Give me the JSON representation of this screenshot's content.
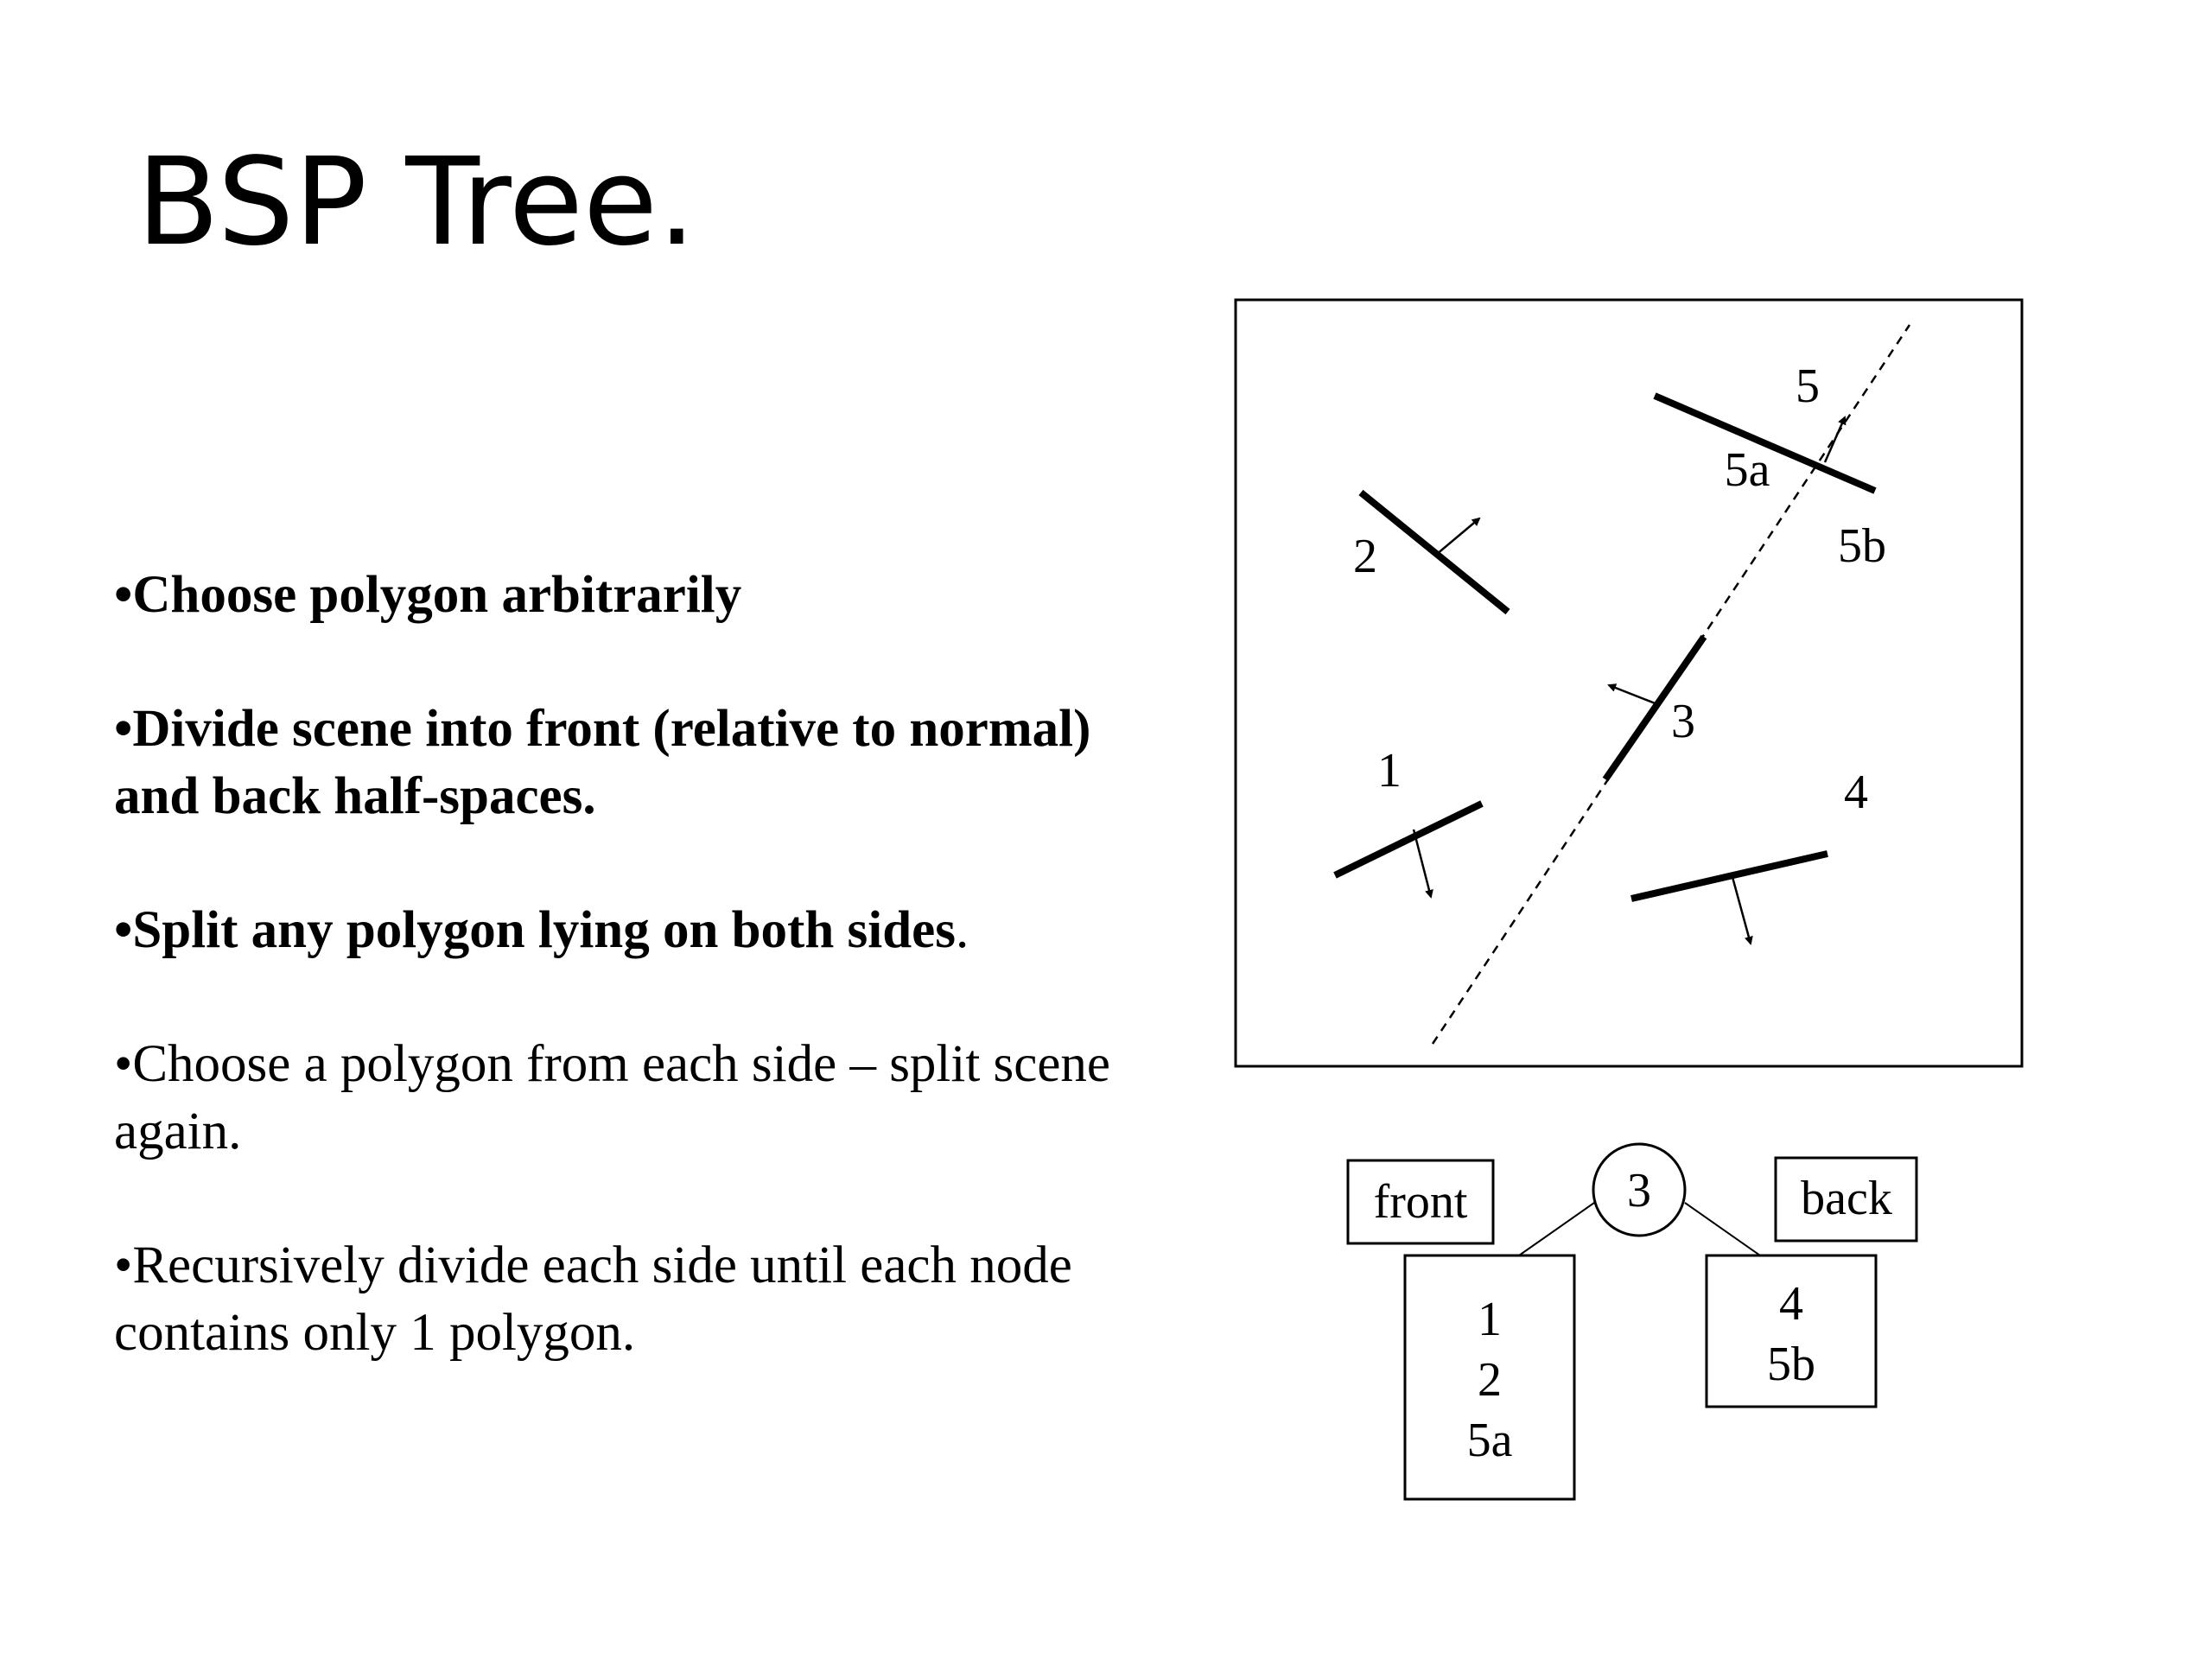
{
  "title": "BSP Tree.",
  "bullets": [
    {
      "text": "•Choose polygon arbitrarily",
      "bold": true,
      "tail": ""
    },
    {
      "text": "•Divide scene into front (relative to normal) and back half-spaces.",
      "bold": true,
      "tail": ""
    },
    {
      "text": "•Split any polygon lying on both sides",
      "bold": true,
      "tail": "."
    },
    {
      "text": "•Choose a polygon from each side – split scene again.",
      "bold": false,
      "tail": ""
    },
    {
      "text": "•Recursively divide each side until each node contains only 1 polygon.",
      "bold": false,
      "tail": ""
    }
  ],
  "diagram": {
    "polygon_labels": {
      "p1": "1",
      "p2": "2",
      "p3": "3",
      "p4": "4",
      "p5": "5",
      "p5a": "5a",
      "p5b": "5b"
    },
    "tree": {
      "root": "3",
      "front_label": "front",
      "back_label": "back",
      "front_node": [
        "1",
        "2",
        "5a"
      ],
      "back_node": [
        "4",
        "5b"
      ]
    }
  }
}
